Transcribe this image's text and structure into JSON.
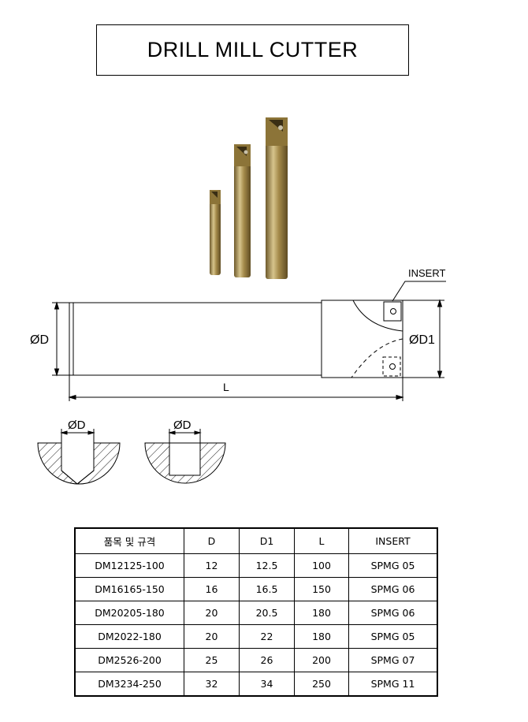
{
  "title": "DRILL MILL CUTTER",
  "drawing": {
    "insert_label": "INSERT",
    "d_label": "ØD",
    "d1_label": "ØD1",
    "l_label": "L",
    "section_left_label": "ØD",
    "section_right_label": "ØD"
  },
  "colors": {
    "tool_body": "#a48a4a",
    "tool_highlight": "#d6c48c",
    "tool_shadow": "#6e5a2c"
  },
  "table": {
    "headers": [
      "품목 및 규격",
      "D",
      "D1",
      "L",
      "INSERT"
    ],
    "rows": [
      [
        "DM12125-100",
        "12",
        "12.5",
        "100",
        "SPMG 05"
      ],
      [
        "DM16165-150",
        "16",
        "16.5",
        "150",
        "SPMG 06"
      ],
      [
        "DM20205-180",
        "20",
        "20.5",
        "180",
        "SPMG 06"
      ],
      [
        "DM2022-180",
        "20",
        "22",
        "180",
        "SPMG 05"
      ],
      [
        "DM2526-200",
        "25",
        "26",
        "200",
        "SPMG 07"
      ],
      [
        "DM3234-250",
        "32",
        "34",
        "250",
        "SPMG 11"
      ]
    ]
  }
}
